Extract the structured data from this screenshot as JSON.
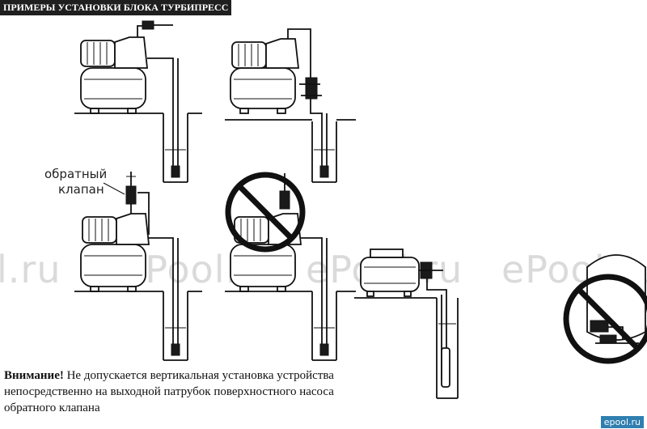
{
  "title": "ПРИМЕРЫ УСТАНОВКИ БЛОКА ТУРБИПРЕСС",
  "callout": {
    "line1": "обратный",
    "line2": "клапан"
  },
  "watermarks": [
    "l.ru",
    "ePool.ru",
    "ePool.ru",
    "ePool.ru"
  ],
  "notice": {
    "bold": "Внимание!",
    "text": " Не допускается вертикальная установка устройства непосредственно на выходной патрубок поверхностного насоса обратного клапана"
  },
  "site_badge": "epool.ru",
  "icons": [
    "prohibited-sign-icon",
    "prohibited-sign-icon"
  ]
}
